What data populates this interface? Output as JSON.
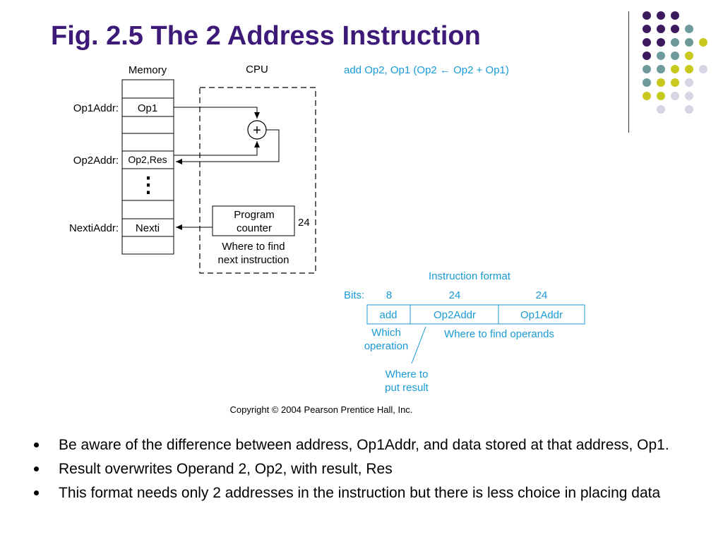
{
  "slide": {
    "title": "Fig. 2.5 The 2 Address Instruction",
    "bullets": [
      "Be aware of the difference between address, Op1Addr, and data stored at that address, Op1.",
      "Result overwrites  Operand 2, Op2, with result, Res",
      "This format needs only 2 addresses in the instruction but there is less choice in placing data"
    ]
  },
  "figure": {
    "memory_label": "Memory",
    "cpu_label": "CPU",
    "op1_addr_label": "Op1Addr:",
    "op1_cell": "Op1",
    "op2_addr_label": "Op2Addr:",
    "op2_cell": "Op2,Res",
    "ellipsis": "⋮",
    "nexti_addr_label": "NextiAddr:",
    "nexti_cell": "Nexti",
    "adder_symbol": "+",
    "pc_line1": "Program",
    "pc_line2": "counter",
    "pc_width": "24",
    "where_next_line1": "Where to find",
    "where_next_line2": "next instruction",
    "instruction_line": "add  Op2, Op1  (Op2 ← Op2 + Op1)",
    "format_title": "Instruction format",
    "bits_label": "Bits:",
    "bits_field1": "8",
    "bits_field2": "24",
    "bits_field3": "24",
    "field1": "add",
    "field2": "Op2Addr",
    "field3": "Op1Addr",
    "which_line1": "Which",
    "which_line2": "operation",
    "where_operands": "Where to find operands",
    "where_result_line1": "Where to",
    "where_result_line2": "put result",
    "copyright": "Copyright © 2004 Pearson Prentice Hall, Inc."
  },
  "colors": {
    "title": "#3d1a78",
    "diagram_text": "#1a9ad6",
    "purple": "#3d1a5e",
    "teal": "#6f9a9c",
    "olive": "#c8c81e",
    "lavender": "#d6d6e6"
  }
}
